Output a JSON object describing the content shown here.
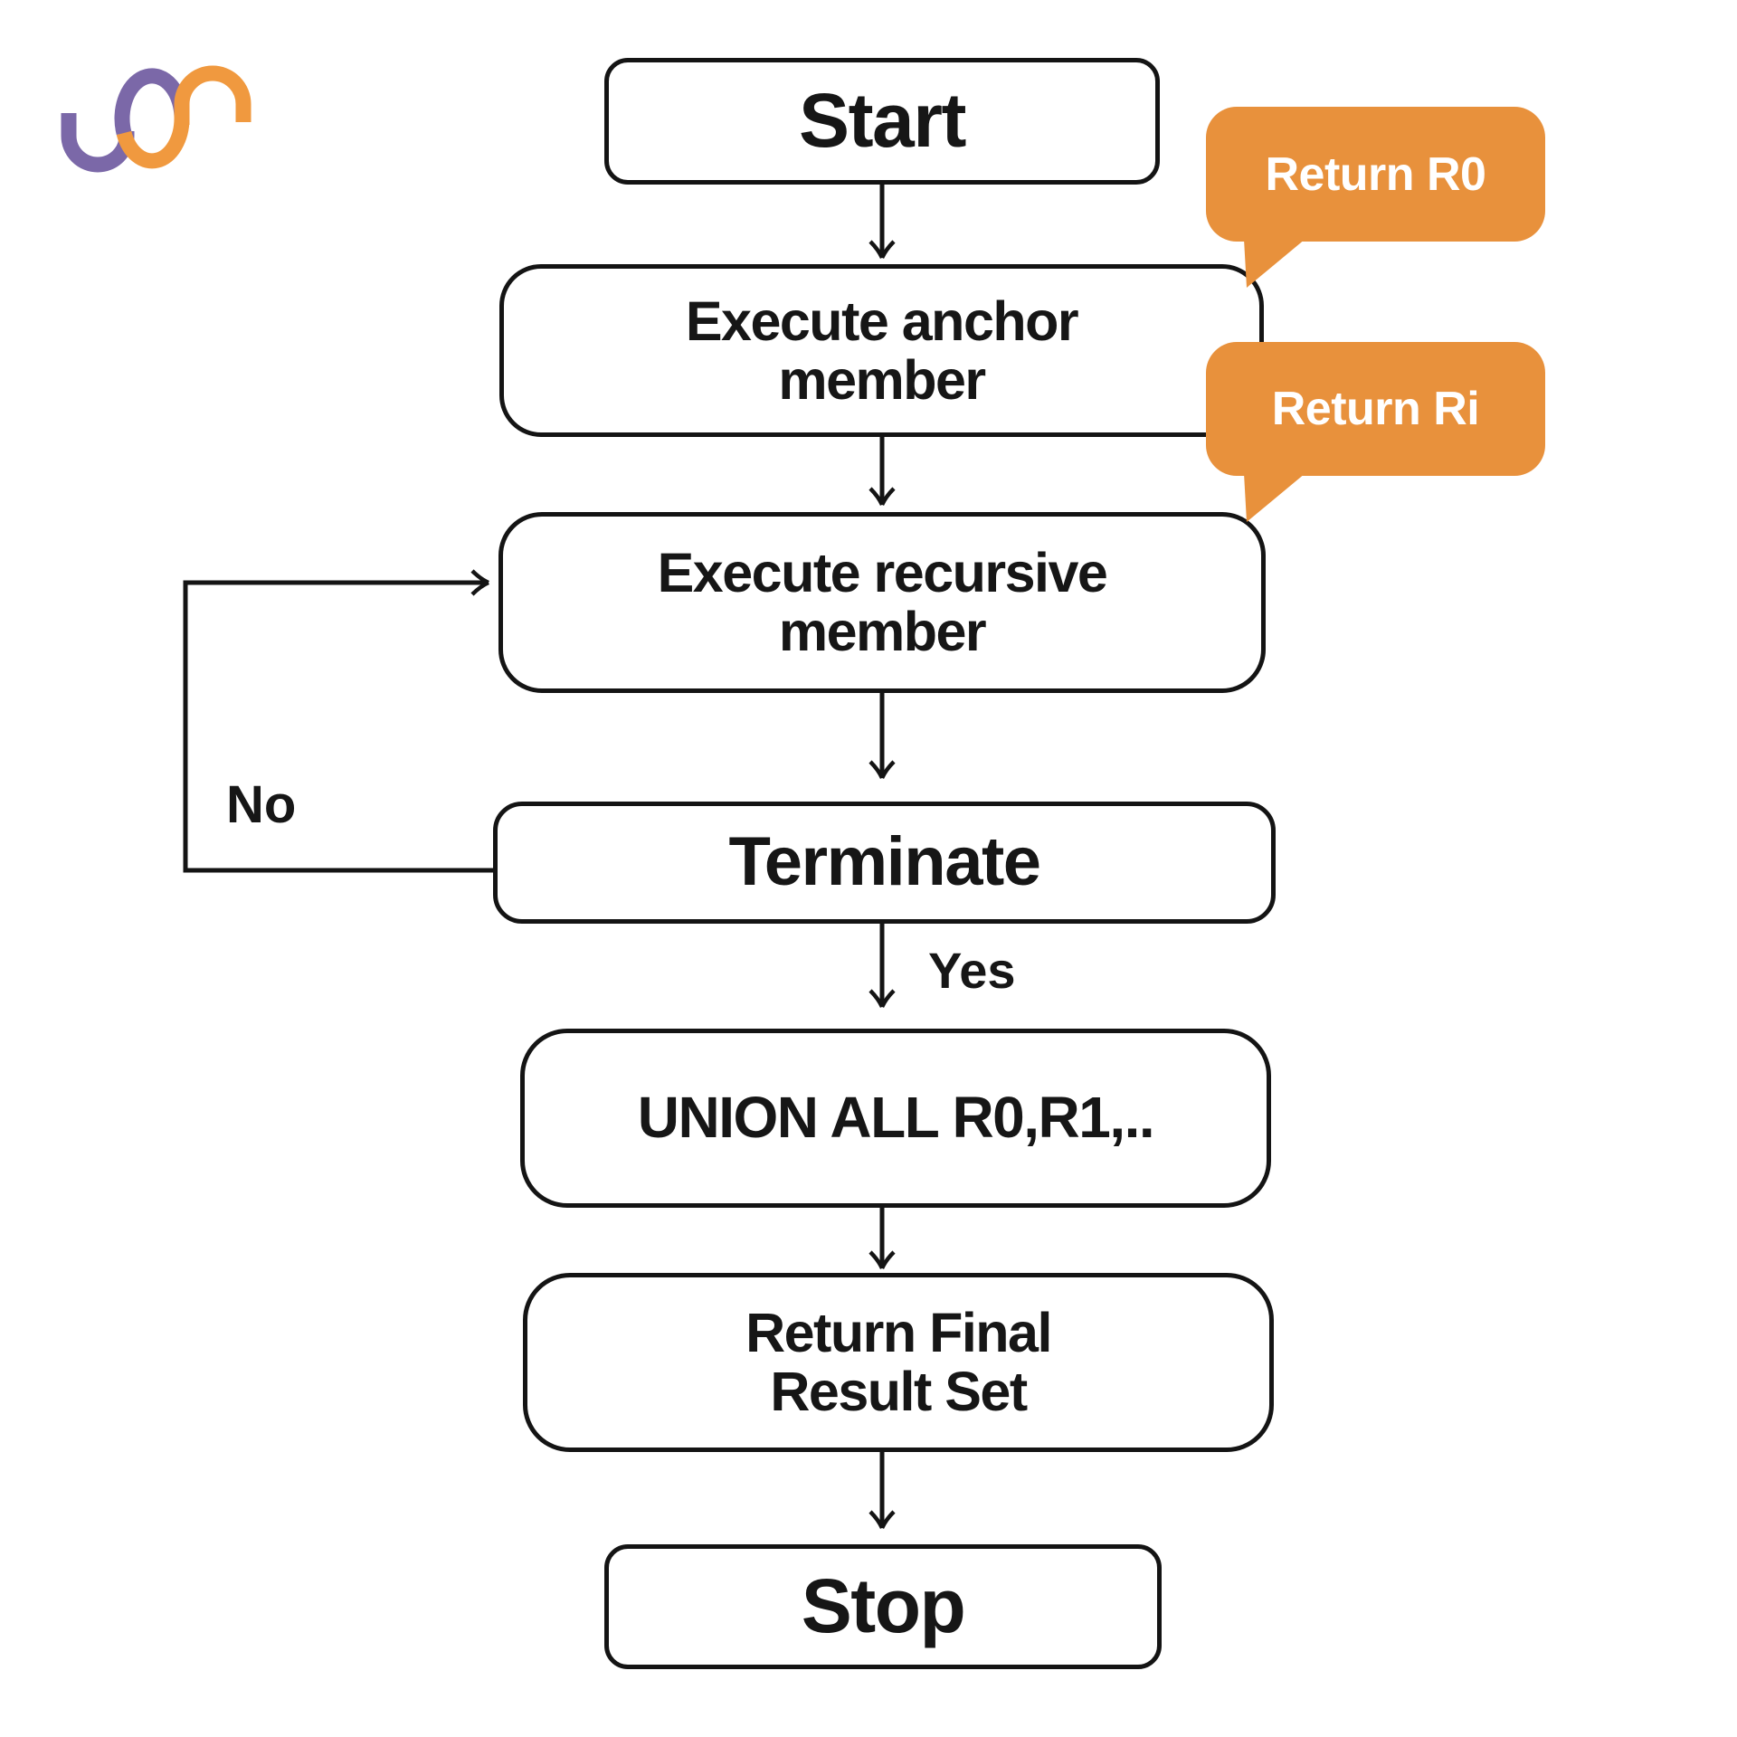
{
  "diagram": {
    "title_semantic": "Recursive CTE execution flowchart",
    "nodes": {
      "start": {
        "label": "Start"
      },
      "anchor": {
        "line1": "Execute anchor",
        "line2": "member"
      },
      "recursive": {
        "line1": "Execute recursive",
        "line2": "member"
      },
      "terminate": {
        "label": "Terminate"
      },
      "union_all": {
        "label": "UNION ALL R0,R1,.."
      },
      "final": {
        "line1": "Return Final",
        "line2": "Result Set"
      },
      "stop": {
        "label": "Stop"
      }
    },
    "callouts": {
      "r0": {
        "label": "Return R0"
      },
      "ri": {
        "label": "Return Ri"
      }
    },
    "edge_labels": {
      "no": "No",
      "yes": "Yes"
    },
    "colors": {
      "accent_orange": "#E8913C",
      "stroke": "#141414",
      "text": "#161616",
      "logo_purple": "#7B68A8",
      "logo_orange": "#F0993F"
    }
  }
}
